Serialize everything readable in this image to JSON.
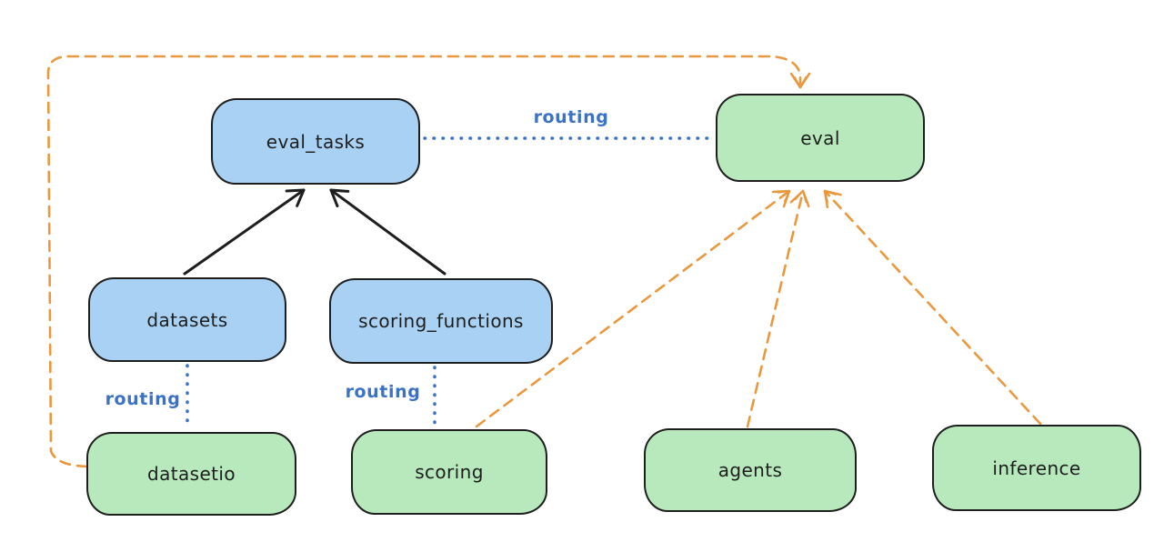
{
  "diagram": {
    "colors": {
      "background": "#ffffff",
      "node_border": "#1e1e1e",
      "blue_node_fill": "#a8d1f3",
      "green_node_fill": "#b7e9bd",
      "routing_label_blue": "#3b72c5",
      "dotted_line_blue": "#3b72c5",
      "dashed_line_orange": "#ea983e",
      "solid_arrow_black": "#1e1e1e"
    },
    "nodes": {
      "eval_tasks": {
        "label": "eval_tasks",
        "color": "blue"
      },
      "eval": {
        "label": "eval",
        "color": "green"
      },
      "datasets": {
        "label": "datasets",
        "color": "blue"
      },
      "scoring_functions": {
        "label": "scoring_functions",
        "color": "blue"
      },
      "datasetio": {
        "label": "datasetio",
        "color": "green"
      },
      "scoring": {
        "label": "scoring",
        "color": "green"
      },
      "agents": {
        "label": "agents",
        "color": "green"
      },
      "inference": {
        "label": "inference",
        "color": "green"
      }
    },
    "edges": [
      {
        "from": "datasets",
        "to": "eval_tasks",
        "style": "solid",
        "color": "black",
        "arrowhead": "end"
      },
      {
        "from": "scoring_functions",
        "to": "eval_tasks",
        "style": "solid",
        "color": "black",
        "arrowhead": "end"
      },
      {
        "from": "eval_tasks",
        "to": "eval",
        "style": "dotted",
        "color": "blue",
        "label": "routing",
        "arrowhead": "none"
      },
      {
        "from": "datasets",
        "to": "datasetio",
        "style": "dotted",
        "color": "blue",
        "label": "routing",
        "arrowhead": "none"
      },
      {
        "from": "scoring_functions",
        "to": "scoring",
        "style": "dotted",
        "color": "blue",
        "label": "routing",
        "arrowhead": "none"
      },
      {
        "from": "datasetio",
        "to": "eval",
        "style": "dashed",
        "color": "orange",
        "arrowhead": "end"
      },
      {
        "from": "scoring",
        "to": "eval",
        "style": "dashed",
        "color": "orange",
        "arrowhead": "end"
      },
      {
        "from": "agents",
        "to": "eval",
        "style": "dashed",
        "color": "orange",
        "arrowhead": "end"
      },
      {
        "from": "inference",
        "to": "eval",
        "style": "dashed",
        "color": "orange",
        "arrowhead": "end"
      }
    ]
  }
}
